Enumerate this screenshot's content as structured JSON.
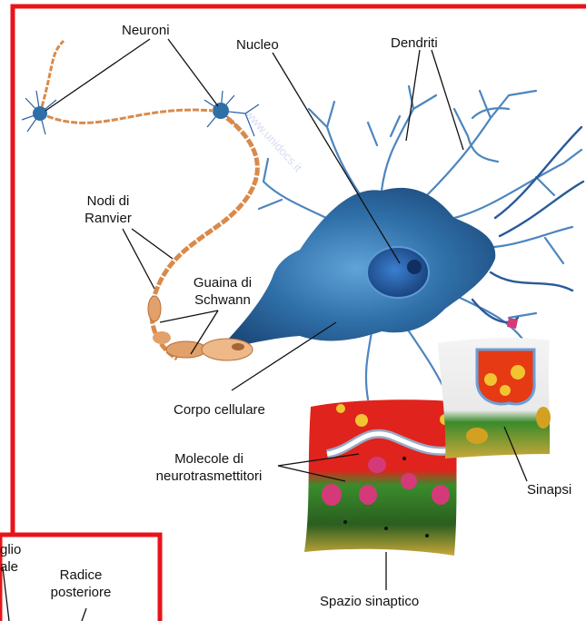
{
  "labels": {
    "neuroni": "Neuroni",
    "nucleo": "Nucleo",
    "dendriti": "Dendriti",
    "nodi_1": "Nodi di",
    "nodi_2": "Ranvier",
    "guaina_1": "Guaina di",
    "guaina_2": "Schwann",
    "corpo": "Corpo cellulare",
    "molecole_1": "Molecole di",
    "molecole_2": "neurotrasmettitori",
    "sinapsi": "Sinapsi",
    "spazio": "Spazio sinaptico",
    "ganglio_1": "glio",
    "ganglio_2": "ale",
    "radice_1": "Radice",
    "radice_2": "posteriore"
  },
  "watermark": "www.unidocs.it",
  "colors": {
    "frame": "#e8141b",
    "cell_body": "#2f6fa8",
    "dendrite": "#2c5fa0",
    "myelin": "#d98a4a",
    "synapse_red": "#d8221e",
    "synapse_green": "#3f8a2a"
  }
}
